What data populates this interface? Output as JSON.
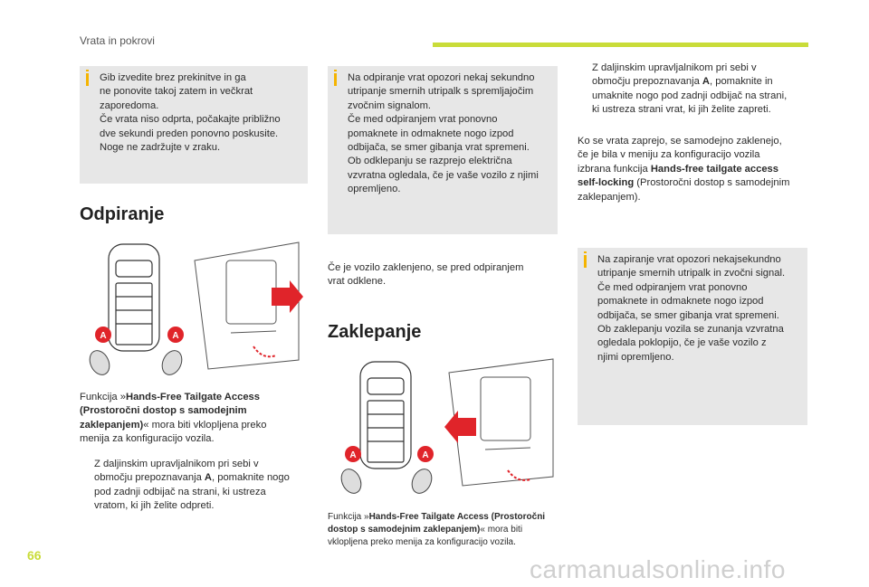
{
  "header": {
    "title": "Vrata in pokrovi"
  },
  "col1": {
    "note": [
      "Gib izvedite brez prekinitve in ga",
      "ne ponovite takoj zatem in večkrat",
      "zaporedoma.",
      "Če vrata niso odprta, počakajte približno",
      "dve sekundi preden ponovno poskusite.",
      "Noge ne zadržujte v zraku."
    ],
    "heading": "Odpiranje",
    "label_a": "A",
    "para1": {
      "prefix": "Funkcija »",
      "bold1": "Hands-Free Tailgate Access",
      "bold2": "(Prostoročni dostop s samodejnim",
      "bold3": "zaklepanjem)",
      "suffix3": "« mora biti vklopljena preko",
      "line4": "menija za konfiguracijo vozila."
    },
    "bullet": {
      "glyph": "",
      "l1": "Z daljinskim upravljalnikom pri sebi v",
      "l2a": "območju prepoznavanja ",
      "l2b": "A",
      "l2c": ", pomaknite nogo",
      "l3": "pod zadnji odbijač na strani, ki ustreza",
      "l4": "vratom, ki jih želite odpreti."
    }
  },
  "col2": {
    "note": [
      "Na odpiranje vrat opozori nekaj sekundno",
      "utripanje smernih utripalk s spremljajočim",
      "zvočnim signalom.",
      "Če med odpiranjem vrat ponovno",
      "pomaknete in odmaknete nogo izpod",
      "odbijača, se smer gibanja vrat spremeni.",
      "Ob odklepanju se razprejo električna",
      "vzvratna ogledala, če je vaše vozilo z njimi",
      "opremljeno."
    ],
    "para1": [
      "Če je vozilo zaklenjeno, se pred odpiranjem",
      "vrat odklene."
    ],
    "heading": "Zaklepanje",
    "label_a": "A",
    "caption": {
      "prefix": "Funkcija »",
      "bold1": "Hands-Free Tailgate Access (Prostoročni",
      "bold2": "dostop s samodejnim zaklepanjem)",
      "suffix2": "« mora biti",
      "line3": "vklopljena preko menija za konfiguracijo vozila."
    }
  },
  "col3": {
    "bullet": {
      "glyph": "",
      "l1": "Z daljinskim upravljalnikom pri sebi v",
      "l2a": "območju prepoznavanja ",
      "l2b": "A",
      "l2c": ", pomaknite in",
      "l3": "umaknite nogo pod zadnji odbijač na strani,",
      "l4": "ki ustreza strani vrat, ki jih želite zapreti."
    },
    "para1": {
      "l1": "Ko se vrata zaprejo, se samodejno zaklenejo,",
      "l2": "če je bila v meniju za konfiguracijo vozila",
      "l3a": "izbrana funkcija ",
      "l3b": "Hands-free tailgate access",
      "l4a": "self-locking",
      "l4b": " (Prostoročni dostop s samodejnim",
      "l5": "zaklepanjem)."
    },
    "note": [
      "Na zapiranje vrat opozori nekajsekundno",
      "utripanje smernih utripalk in zvočni signal.",
      "Če med odpiranjem vrat ponovno",
      "pomaknete in odmaknete nogo izpod",
      "odbijača, se smer gibanja vrat spremeni.",
      "Ob zaklepanju vozila se zunanja vzvratna",
      "ogledala poklopijo, če je vaše vozilo z",
      "njimi opremljeno."
    ]
  },
  "footer": {
    "page_number": "66",
    "watermark": "carmanualsonline.info"
  },
  "colors": {
    "accent": "#c9dc39",
    "note_bg": "#e7e7e7",
    "info_icon": "#f5b400",
    "marker_red": "#e0242a"
  }
}
